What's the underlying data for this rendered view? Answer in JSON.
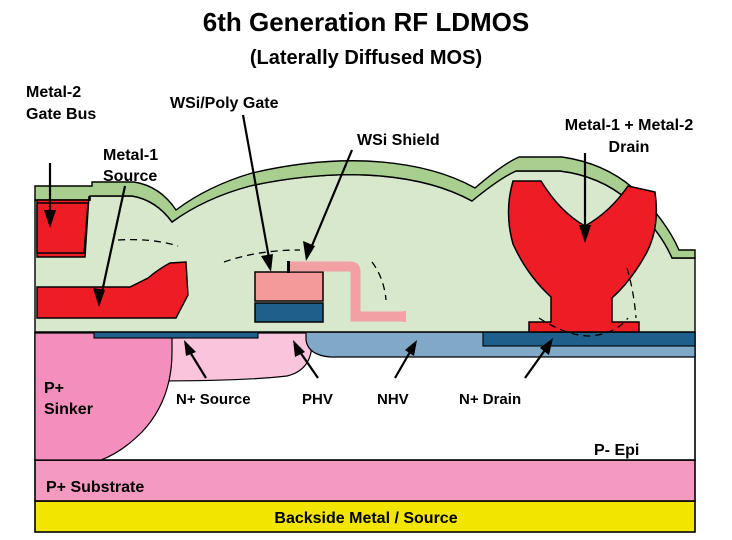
{
  "title": {
    "main": "6th Generation RF LDMOS",
    "sub": "(Laterally Diffused MOS)"
  },
  "labels": {
    "metal2_gate_bus_1": "Metal-2",
    "metal2_gate_bus_2": "Gate Bus",
    "wsi_poly_gate": "WSi/Poly Gate",
    "metal1_source_1": "Metal-1",
    "metal1_source_2": "Source",
    "wsi_shield": "WSi Shield",
    "metal1_metal2_drain_1": "Metal-1 + Metal-2",
    "metal1_metal2_drain_2": "Drain",
    "p_sinker_1": "P+",
    "p_sinker_2": "Sinker",
    "n_source": "N+ Source",
    "phv": "PHV",
    "nhv": "NHV",
    "n_drain": "N+ Drain",
    "p_epi": "P- Epi",
    "p_substrate": "P+ Substrate",
    "backside_metal": "Backside Metal / Source"
  },
  "colors": {
    "metal_red": "#ee1c24",
    "passivation_green": "#a8cf8f",
    "dielectric_green": "#d7e8cd",
    "gate_salmon": "#f59a9a",
    "shield_pink": "#f2a0a4",
    "contact_blue": "#1f5f8b",
    "nhv_blue": "#7fa9c6",
    "sinker_pink": "#f48fbd",
    "substrate_pink": "#f49ac1",
    "nsource_pink": "#fbd3e4",
    "phv_pink": "#fbc4dd",
    "backside_yellow": "#f2e500",
    "epi_white": "#ffffff",
    "outline_black": "#000000",
    "metal1_gray": "#d6d2cb"
  }
}
